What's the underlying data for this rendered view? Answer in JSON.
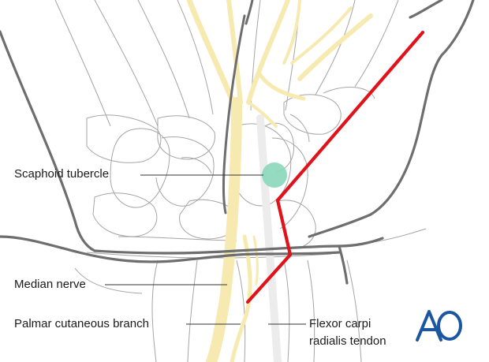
{
  "labels": {
    "scaphoid_tubercle": "Scaphoid tubercle",
    "median_nerve": "Median nerve",
    "palmar_cutaneous_branch": "Palmar cutaneous branch",
    "flexor_carpi_line1": "Flexor carpi",
    "flexor_carpi_line2": "radialis tendon"
  },
  "logo": {
    "text": "AO",
    "color": "#1b57a0"
  },
  "colors": {
    "incision": "#e0131b",
    "nerve": "#f6eab0",
    "tubercle": "#8cd8bd",
    "skin_outline": "#6e6e6e",
    "bone_outline": "#9a9a9a"
  }
}
